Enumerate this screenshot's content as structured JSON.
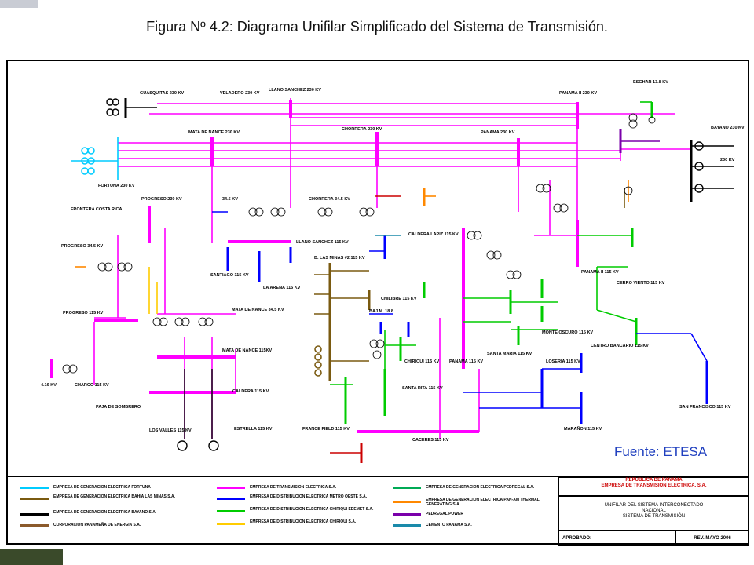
{
  "title": "Figura Nº 4.2: Diagrama Unifilar Simplificado del Sistema de Transmisión.",
  "source": "Fuente: ETESA",
  "colors": {
    "transmision": "#ff00ff",
    "fortuna": "#00ccff",
    "bahia": "#7a5a10",
    "bayano": "#000000",
    "panamena": "#8b5a2b",
    "metro_oeste": "#0000ff",
    "chiriqui_edemet": "#00cc00",
    "chiriqui": "#ffcc00",
    "pedregal": "#00aa55",
    "pan_am": "#ff8800",
    "pedregal_power": "#7a00aa",
    "cemento": "#1a8aaa"
  },
  "stations": {
    "guasquitas": "GUASQUITAS 230 KV",
    "veladero": "VELADERO 230 KV",
    "llano_sanchez": "LLANO SANCHEZ 230 KV",
    "panama2": "PANAMA II 230 KV",
    "bayano_top": "BAYANO 230 KV",
    "esgnar": "ESGHAR 13.8 KV",
    "fortuna": "FORTUNA 230 KV",
    "mata_de_nance": "MATA DE NANCE 230 KV",
    "chorrera": "CHORRERA 230 KV",
    "panama": "PANAMA 230 KV",
    "bayano_right": "230 KV",
    "progreso": "PROGRESO 230 KV",
    "costa_rica": "FRONTERA COSTA RICA",
    "caldera": "34.5 KV",
    "chorrera_345": "CHORRERA 34.5 KV",
    "llano_115": "LLANO SANCHEZ 115 KV",
    "santiago": "SANTIAGO 115 KV",
    "la_arena": "LA ARENA 115 KV",
    "las_minas2": "B. LAS MINAS #2 115 KV",
    "cal_lapiz": "CALDERA LAPIZ 115 KV",
    "progreso_345": "PROGRESO 34.5 KV",
    "progreso_115": "PROGRESO 115 KV",
    "mata_345": "MATA DE NANCE 34.5 KV",
    "mata_115": "MATA DE NANCE 115KV",
    "chilibre": "CHILIBRE 115 KV",
    "bajo": "BAJ.M. 18.8",
    "santa_rita": "SANTA RITA 115 KV",
    "panama115": "PANAMA 115 KV",
    "panama2_115": "PANAMA II 115 KV",
    "cerro_viento": "CERRO VIENTO 115 KV",
    "monte_oscuro": "MONTE OSCURO 115 KV",
    "santa_maria": "SANTA MARIA 115 KV",
    "loseria": "LOSERIA 115 KV",
    "centro_bancario": "CENTRO BANCARIO 115 KV",
    "san_francisco": "SAN FRANCISCO 115 KV",
    "marañon": "MARAÑON 115 KV",
    "caceres": "CACERES 115 KV",
    "france_field": "FRANCE FIELD 115 KV",
    "chiriqui_115": "CHIRIQUI 115 KV",
    "charco": "CHARCO 115 KV",
    "los_valles": "LOS VALLES 115 KV",
    "estrella": "ESTRELLA 115 KV",
    "caldera_115": "CALDERA 115 KV",
    "paja": "PAJA DE SOMBRERO",
    "tigre": "4.16 KV"
  },
  "legend": {
    "col1": [
      "EMPRESA DE GENERACION ELECTRICA FORTUNA",
      "EMPRESA DE GENERACION ELECTRICA BAHIA LAS MINAS S.A.",
      "EMPRESA DE GENERACION ELECTRICA BAYANO S.A.",
      "CORPORACION PANAMEÑA DE ENERGIA S.A."
    ],
    "col2": [
      "EMPRESA DE TRANSMISION ELECTRICA S.A.",
      "EMPRESA DE DISTRIBUCION ELECTRICA METRO OESTE S.A.",
      "EMPRESA DE DISTRIBUCION ELECTRICA CHIRIQUI EDEMET S.A.",
      "EMPRESA DE DISTRIBUCION ELECTRICA CHIRIQUI S.A."
    ],
    "col3": [
      "EMPRESA DE GENERACION ELECTRICA PEDREGAL S.A.",
      "EMPRESA DE GENERACION ELECTRICA PAN-AM THERMAL GENERATING S.A.",
      "PEDREGAL POWER",
      "CEMENTO PANAMA S.A."
    ],
    "title_block": {
      "republic": "REPUBLICA DE PANAMA",
      "company": "EMPRESA DE TRANSMISION ELECTRICA, S.A.",
      "desc1": "UNIFILAR DEL SISTEMA INTERCONECTADO",
      "desc2": "NACIONAL",
      "desc3": "SISTEMA DE TRANSMISIÓN",
      "aprobado": "APROBADO:",
      "rev": "REV. MAYO 2006"
    }
  }
}
